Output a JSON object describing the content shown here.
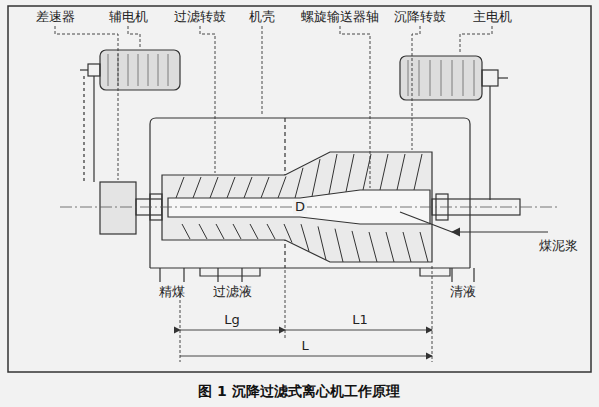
{
  "diagram": {
    "caption": "图 1 沉降过滤式离心机工作原理",
    "labels": [
      "差速器",
      "辅电机",
      "过滤转鼓",
      "机壳",
      "螺旋输送器轴",
      "沉降转鼓",
      "主电机",
      "D",
      "煤泥浆",
      "精煤",
      "过滤液",
      "清液",
      "Lg",
      "L1",
      "L"
    ]
  }
}
